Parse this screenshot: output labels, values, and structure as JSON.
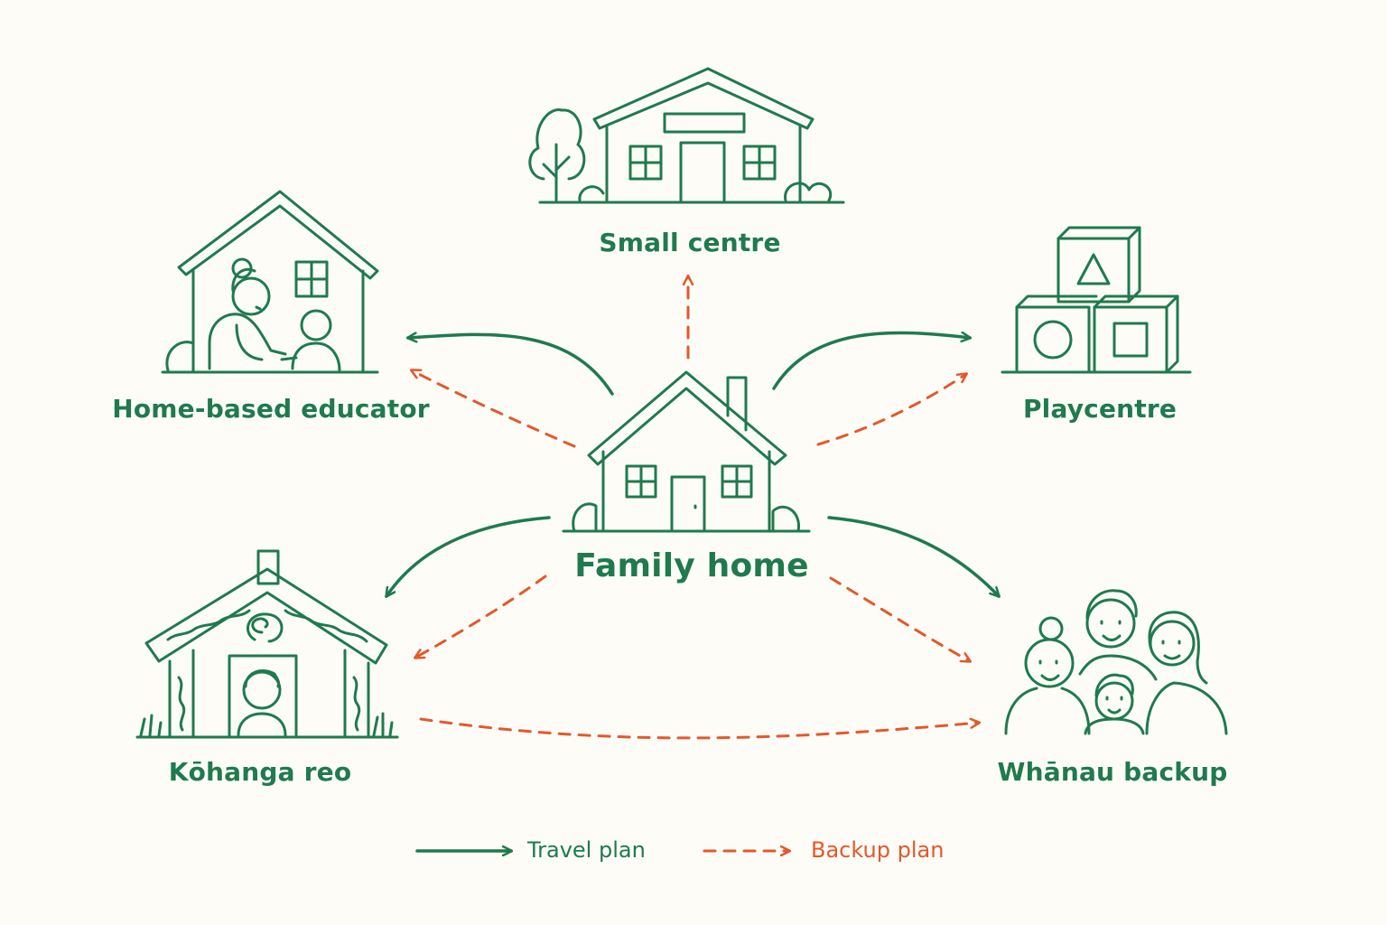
{
  "colors": {
    "green": "#1f7a4d",
    "orange": "#e2592b",
    "background": "#fdfcf7"
  },
  "center": {
    "label": "Family home",
    "icon": "house-with-chimney-icon"
  },
  "nodes": [
    {
      "id": "small-centre",
      "label": "Small centre",
      "icon": "centre-building-icon"
    },
    {
      "id": "home-based-educator",
      "label": "Home-based educator",
      "icon": "home-educator-icon"
    },
    {
      "id": "playcentre",
      "label": "Playcentre",
      "icon": "toy-blocks-icon"
    },
    {
      "id": "kohanga-reo",
      "label": "Kōhanga reo",
      "icon": "marae-house-icon"
    },
    {
      "id": "whanau-backup",
      "label": "Whānau backup",
      "icon": "family-group-icon"
    }
  ],
  "edges": [
    {
      "from": "family-home",
      "to": "home-based-educator",
      "plan": "travel"
    },
    {
      "from": "family-home",
      "to": "playcentre",
      "plan": "travel"
    },
    {
      "from": "family-home",
      "to": "kohanga-reo",
      "plan": "travel"
    },
    {
      "from": "family-home",
      "to": "whanau-backup",
      "plan": "travel"
    },
    {
      "from": "family-home",
      "to": "small-centre",
      "plan": "backup"
    },
    {
      "from": "family-home",
      "to": "home-based-educator",
      "plan": "backup"
    },
    {
      "from": "family-home",
      "to": "playcentre",
      "plan": "backup"
    },
    {
      "from": "family-home",
      "to": "kohanga-reo",
      "plan": "backup"
    },
    {
      "from": "family-home",
      "to": "whanau-backup",
      "plan": "backup"
    },
    {
      "from": "kohanga-reo",
      "to": "whanau-backup",
      "plan": "backup"
    }
  ],
  "legend": {
    "travel": "Travel plan",
    "backup": "Backup plan"
  }
}
